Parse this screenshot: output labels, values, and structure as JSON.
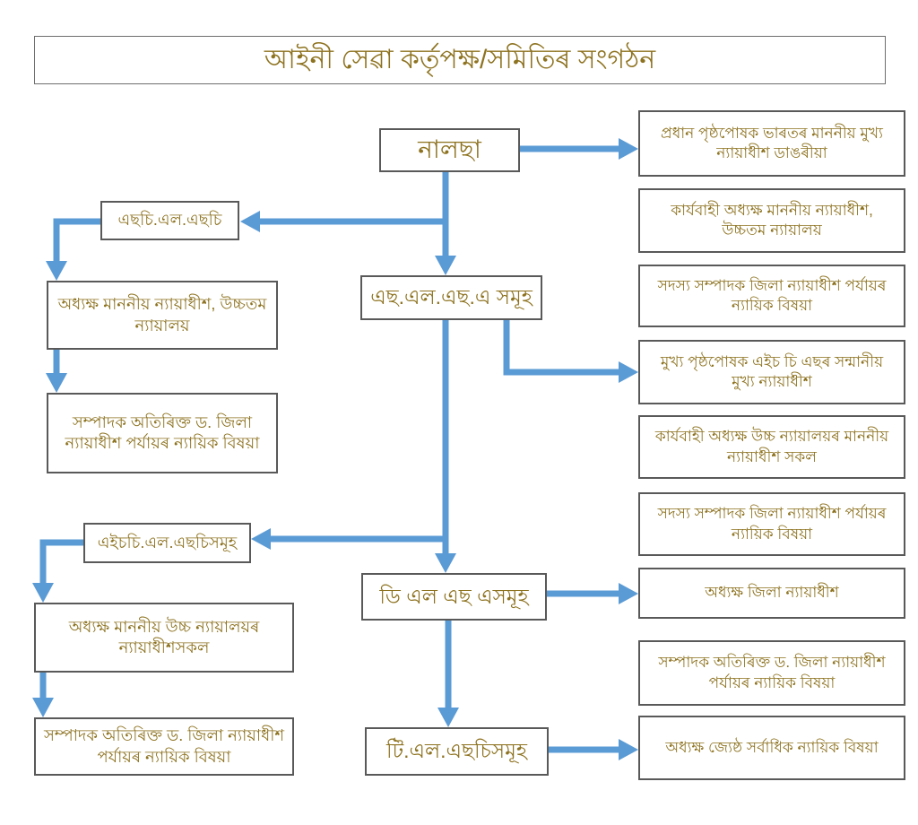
{
  "colors": {
    "accent_blue": "#5B9BD5",
    "text_gold": "#8D721F",
    "node_border": "#595959"
  },
  "header": {
    "title": "আইনী সেৱা কর্তৃপক্ষ/সমিতিৰ সংগঠন"
  },
  "diagram": {
    "center": {
      "nalsa": "নালছা",
      "slsa_group": "এছ.এল.এছ.এ সমূহ",
      "dlsa_group": "ডি এল এছ এসমূহ",
      "tlsc_group": "টি.এল.এছচিসমূহ"
    },
    "left": {
      "sclsc": "এছচি.এল.এছচি",
      "sclsc_chairman": "অধ্যক্ষ মাননীয় ন্যায়াধীশ, উচ্চতম ন্যায়ালয়",
      "sclsc_secretary": "সম্পাদক অতিৰিক্ত ড. জিলা ন্যায়াধীশ পর্যায়ৰ ন্যায়িক বিষয়া",
      "hclsc_group": "এইচচি.এল.এছচিসমূহ",
      "hclsc_chairman": "অধ্যক্ষ মাননীয় উচ্চ ন্যায়ালয়ৰ ন্যায়াধীশসকল",
      "hclsc_secretary": "সম্পাদক অতিৰিক্ত ড. জিলা ন্যায়াধীশ পর্যায়ৰ ন্যায়িক বিষয়া"
    },
    "right": [
      "প্রধান পৃষ্ঠপোষক ভাৰতৰ মাননীয় মুখ্য ন্যায়াধীশ ডাঙৰীয়া",
      "কার্যবাহী অধ্যক্ষ মাননীয় ন্যায়াধীশ, উচ্চতম ন্যায়ালয়",
      "সদস্য সম্পাদক জিলা ন্যায়াধীশ পর্যায়ৰ ন্যায়িক বিষয়া",
      "মুখ্য পৃষ্ঠপোষক এইচ চি এছৰ সন্মানীয় মুখ্য ন্যায়াধীশ",
      "কার্যবাহী অধ্যক্ষ উচ্চ ন্যায়ালয়ৰ মাননীয় ন্যায়াধীশ সকল",
      "সদস্য সম্পাদক জিলা ন্যায়াধীশ পর্যায়ৰ ন্যায়িক বিষয়া",
      "অধ্যক্ষ জিলা ন্যায়াধীশ",
      "সম্পাদক অতিৰিক্ত ড. জিলা ন্যায়াধীশ পর্যায়ৰ ন্যায়িক বিষয়া",
      "অধ্যক্ষ জ্যেষ্ঠ সর্বাধিক ন্যায়িক বিষয়া"
    ],
    "edges": [
      [
        "nalsa",
        "right_1"
      ],
      [
        "nalsa",
        "slsa_group"
      ],
      [
        "nalsa",
        "sclsc"
      ],
      [
        "sclsc",
        "sclsc_chairman"
      ],
      [
        "sclsc_chairman",
        "sclsc_secretary"
      ],
      [
        "slsa_group",
        "right_4"
      ],
      [
        "slsa_group",
        "hclsc_group"
      ],
      [
        "slsa_group",
        "dlsa_group"
      ],
      [
        "hclsc_group",
        "hclsc_chairman"
      ],
      [
        "hclsc_chairman",
        "hclsc_secretary"
      ],
      [
        "dlsa_group",
        "right_7"
      ],
      [
        "dlsa_group",
        "tlsc_group"
      ],
      [
        "tlsc_group",
        "right_9"
      ]
    ]
  }
}
